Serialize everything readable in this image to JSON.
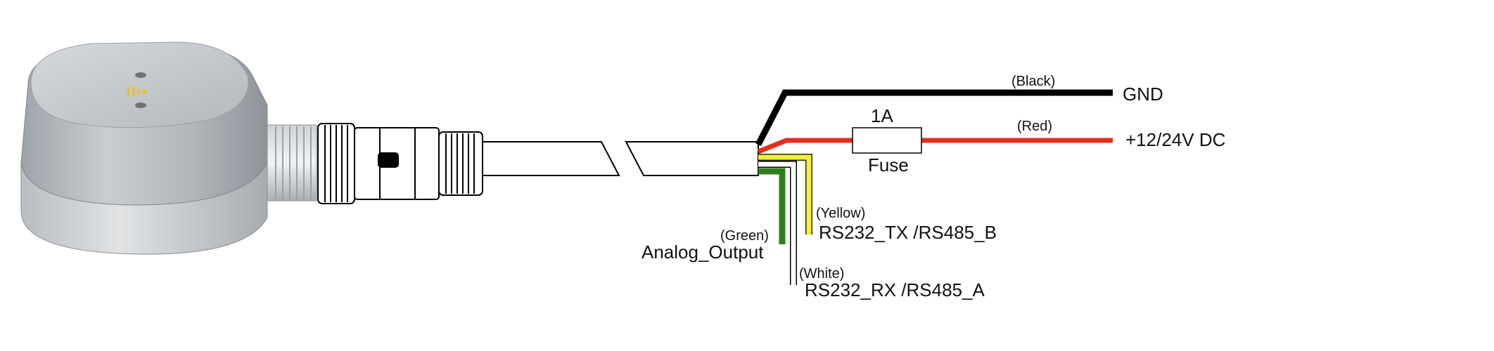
{
  "wires": {
    "black": {
      "color_label": "(Black)",
      "terminal": "GND",
      "color": "#000000"
    },
    "red": {
      "color_label": "(Red)",
      "terminal": "+12/24V DC",
      "color": "#e0301e"
    },
    "yellow": {
      "color_label": "(Yellow)",
      "terminal": "RS232_TX /RS485_B",
      "color": "#f2ef3a"
    },
    "white": {
      "color_label": "(White)",
      "terminal": "RS232_RX /RS485_A",
      "color": "#ffffff"
    },
    "green": {
      "color_label": "(Green)",
      "terminal": "Analog_Output",
      "color": "#2f7d1e"
    }
  },
  "fuse": {
    "rating": "1A",
    "label": "Fuse"
  }
}
